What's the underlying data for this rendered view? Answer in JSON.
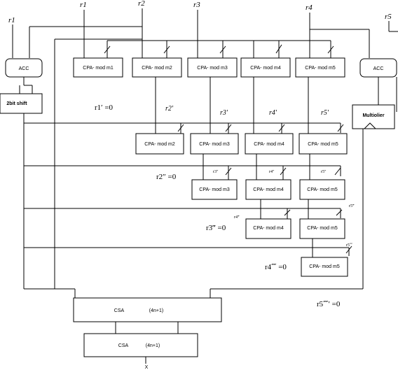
{
  "inputs": {
    "r1_top": "r1",
    "r2": "r2",
    "r3": "r3",
    "r4": "r4",
    "r5": "r5",
    "r1_left": "r1"
  },
  "blocks": {
    "acc_left": "ACC",
    "acc_right": "ACC",
    "shift": "2bit shift",
    "multiplier": "Multiolier",
    "csa1_name": "CSA",
    "csa1_expr": "(4n+1)",
    "csa2_name": "CSA",
    "csa2_expr": "(4n+1)",
    "output": "X"
  },
  "cpa_rows": [
    [
      "CPA- mod m1",
      "CPA- mod m2",
      "CPA- mod m3",
      "CPA- mod m4",
      "CPA- mod m5"
    ],
    [
      "CPA- mod m2",
      "CPA- mod m3",
      "CPA- mod m4",
      "CPA- mod m5"
    ],
    [
      "CPA- mod m3",
      "CPA- mod m4",
      "CPA- mod m5"
    ],
    [
      "CPA- mod m4",
      "CPA- mod m5"
    ],
    [
      "CPA- mod m5"
    ]
  ],
  "labels": {
    "r1p_eq": "r1′ =0",
    "r2p": "r2′",
    "r3p": "r3′",
    "r4p": "r4′",
    "r5p": "r5′",
    "r2pp_eq": "r2″ =0",
    "r3pp": "r3″",
    "r4pp": "r4″",
    "r5pp": "r5″",
    "r3ppp_eq": "r3‴ =0",
    "r4ppp": "r4‴",
    "r5ppp": "r5‴",
    "r4pppp_eq": "r4⁗ =0",
    "r5pppp": "r5⁗",
    "r5ppppp_eq": "r5⁗′ =0"
  }
}
